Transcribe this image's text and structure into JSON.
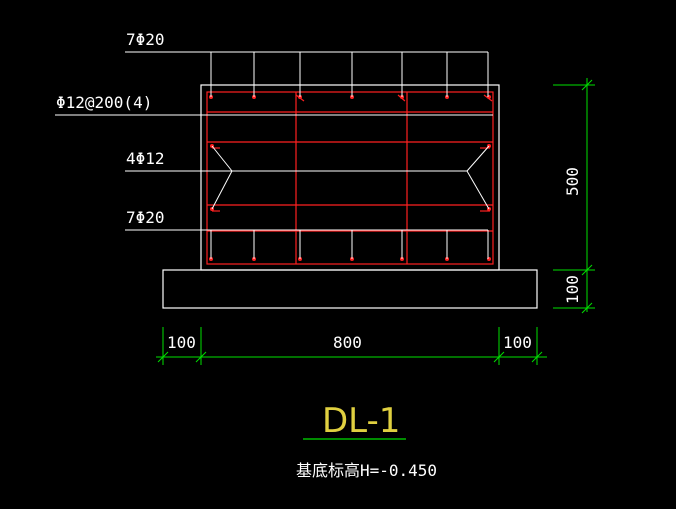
{
  "drawing": {
    "title": "DL-1",
    "elevation_note": "基底标高H=-0.450",
    "colors": {
      "background": "#000000",
      "outline": "#ffffff",
      "rebar": "#ff2020",
      "dimension": "#00e000",
      "title": "#e0d040"
    }
  },
  "labels": {
    "top_bars": "7Φ20",
    "stirrups": "Φ12@200(4)",
    "side_bars": "4Φ12",
    "bottom_bars": "7Φ20"
  },
  "dimensions": {
    "height_beam": "500",
    "height_pad": "100",
    "width_left": "100",
    "width_mid": "800",
    "width_right": "100"
  }
}
